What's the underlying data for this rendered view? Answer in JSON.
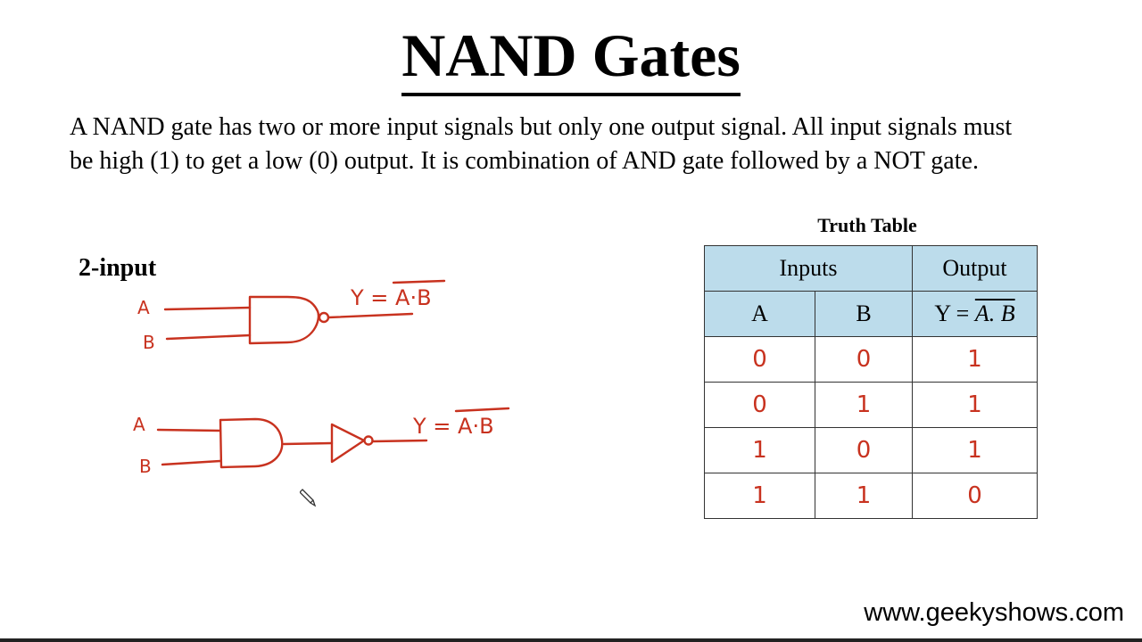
{
  "title": "NAND Gates",
  "description": "A NAND gate has two or more input signals but only one output signal. All input signals must be high (1) to get a low (0) output. It is combination of AND gate followed by a NOT gate.",
  "subheading": "2-input",
  "diagram": {
    "input_a": "A",
    "input_b": "B",
    "expression_top": "Y = A·B",
    "expression_bottom": "Y = A·B"
  },
  "truth_table": {
    "title": "Truth Table",
    "group_inputs": "Inputs",
    "group_output": "Output",
    "col_a": "A",
    "col_b": "B",
    "col_y_prefix": "Y =",
    "col_y_expr": "A. B",
    "rows": [
      {
        "a": "0",
        "b": "0",
        "y": "1"
      },
      {
        "a": "0",
        "b": "1",
        "y": "1"
      },
      {
        "a": "1",
        "b": "0",
        "y": "1"
      },
      {
        "a": "1",
        "b": "1",
        "y": "0"
      }
    ]
  },
  "website": "www.geekyshows.com",
  "colors": {
    "ink": "#c8321f",
    "table_header": "#bcdceb"
  }
}
